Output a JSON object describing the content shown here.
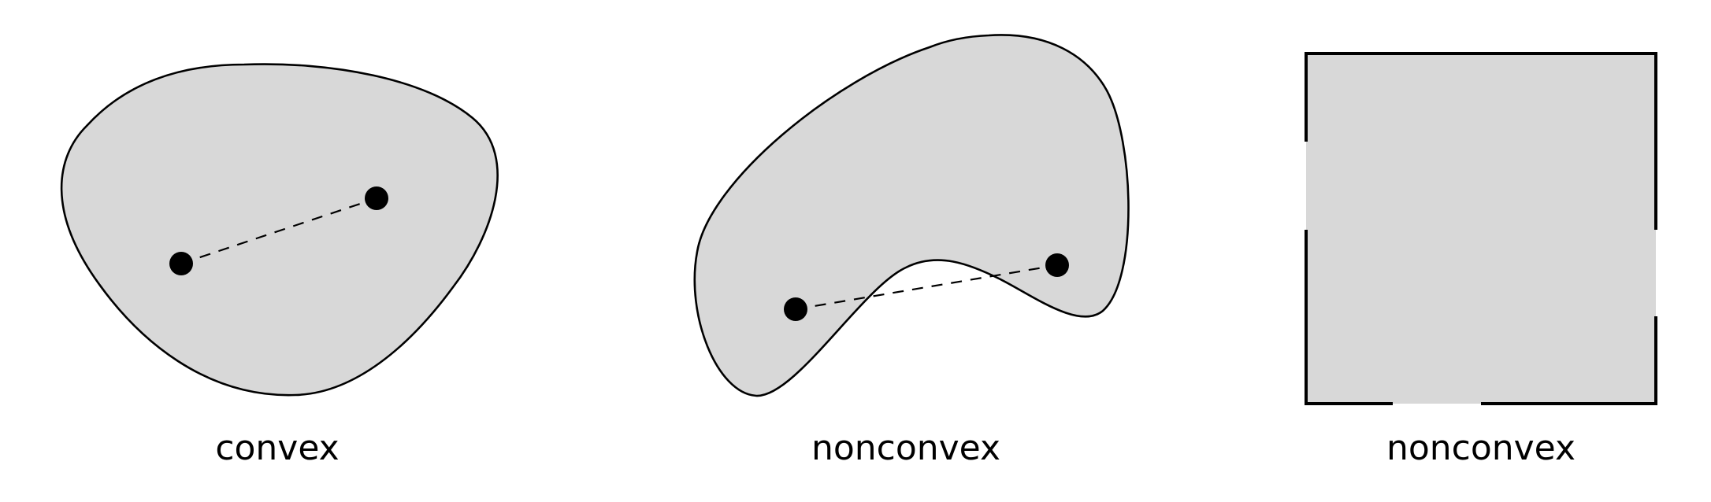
{
  "colors": {
    "shape_fill": "#d8d8d8",
    "stroke": "#000000",
    "background": "#ffffff"
  },
  "panels": [
    {
      "caption": "convex",
      "boundary": "smooth closed curve",
      "segment_style": "dashed"
    },
    {
      "caption": "nonconvex",
      "boundary": "smooth closed curve with indentation",
      "segment_style": "dashed"
    },
    {
      "caption": "nonconvex",
      "boundary": "square with missing boundary pieces",
      "segment_style": "none"
    }
  ]
}
